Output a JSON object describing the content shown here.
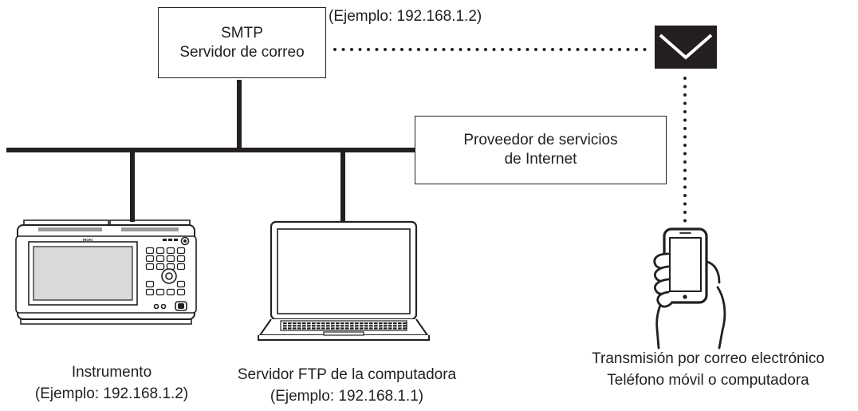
{
  "smtp_server": {
    "line1": "SMTP",
    "line2": "Servidor de correo",
    "address": "(Ejemplo: 192.168.1.2)"
  },
  "isp": {
    "line1": "Proveedor de servicios",
    "line2": "de Internet"
  },
  "instrument": {
    "name": "Instrumento",
    "address": "(Ejemplo: 192.168.1.2)",
    "brand": "HIOKI"
  },
  "ftp_server": {
    "name": "Servidor FTP de la computadora",
    "address": "(Ejemplo: 192.168.1.1)"
  },
  "recipient": {
    "line1": "Transmisión por correo electrónico",
    "line2": "Teléfono móvil o computadora"
  },
  "icons": [
    "envelope-icon",
    "instrument-icon",
    "laptop-icon",
    "phone-in-hand-icon"
  ]
}
